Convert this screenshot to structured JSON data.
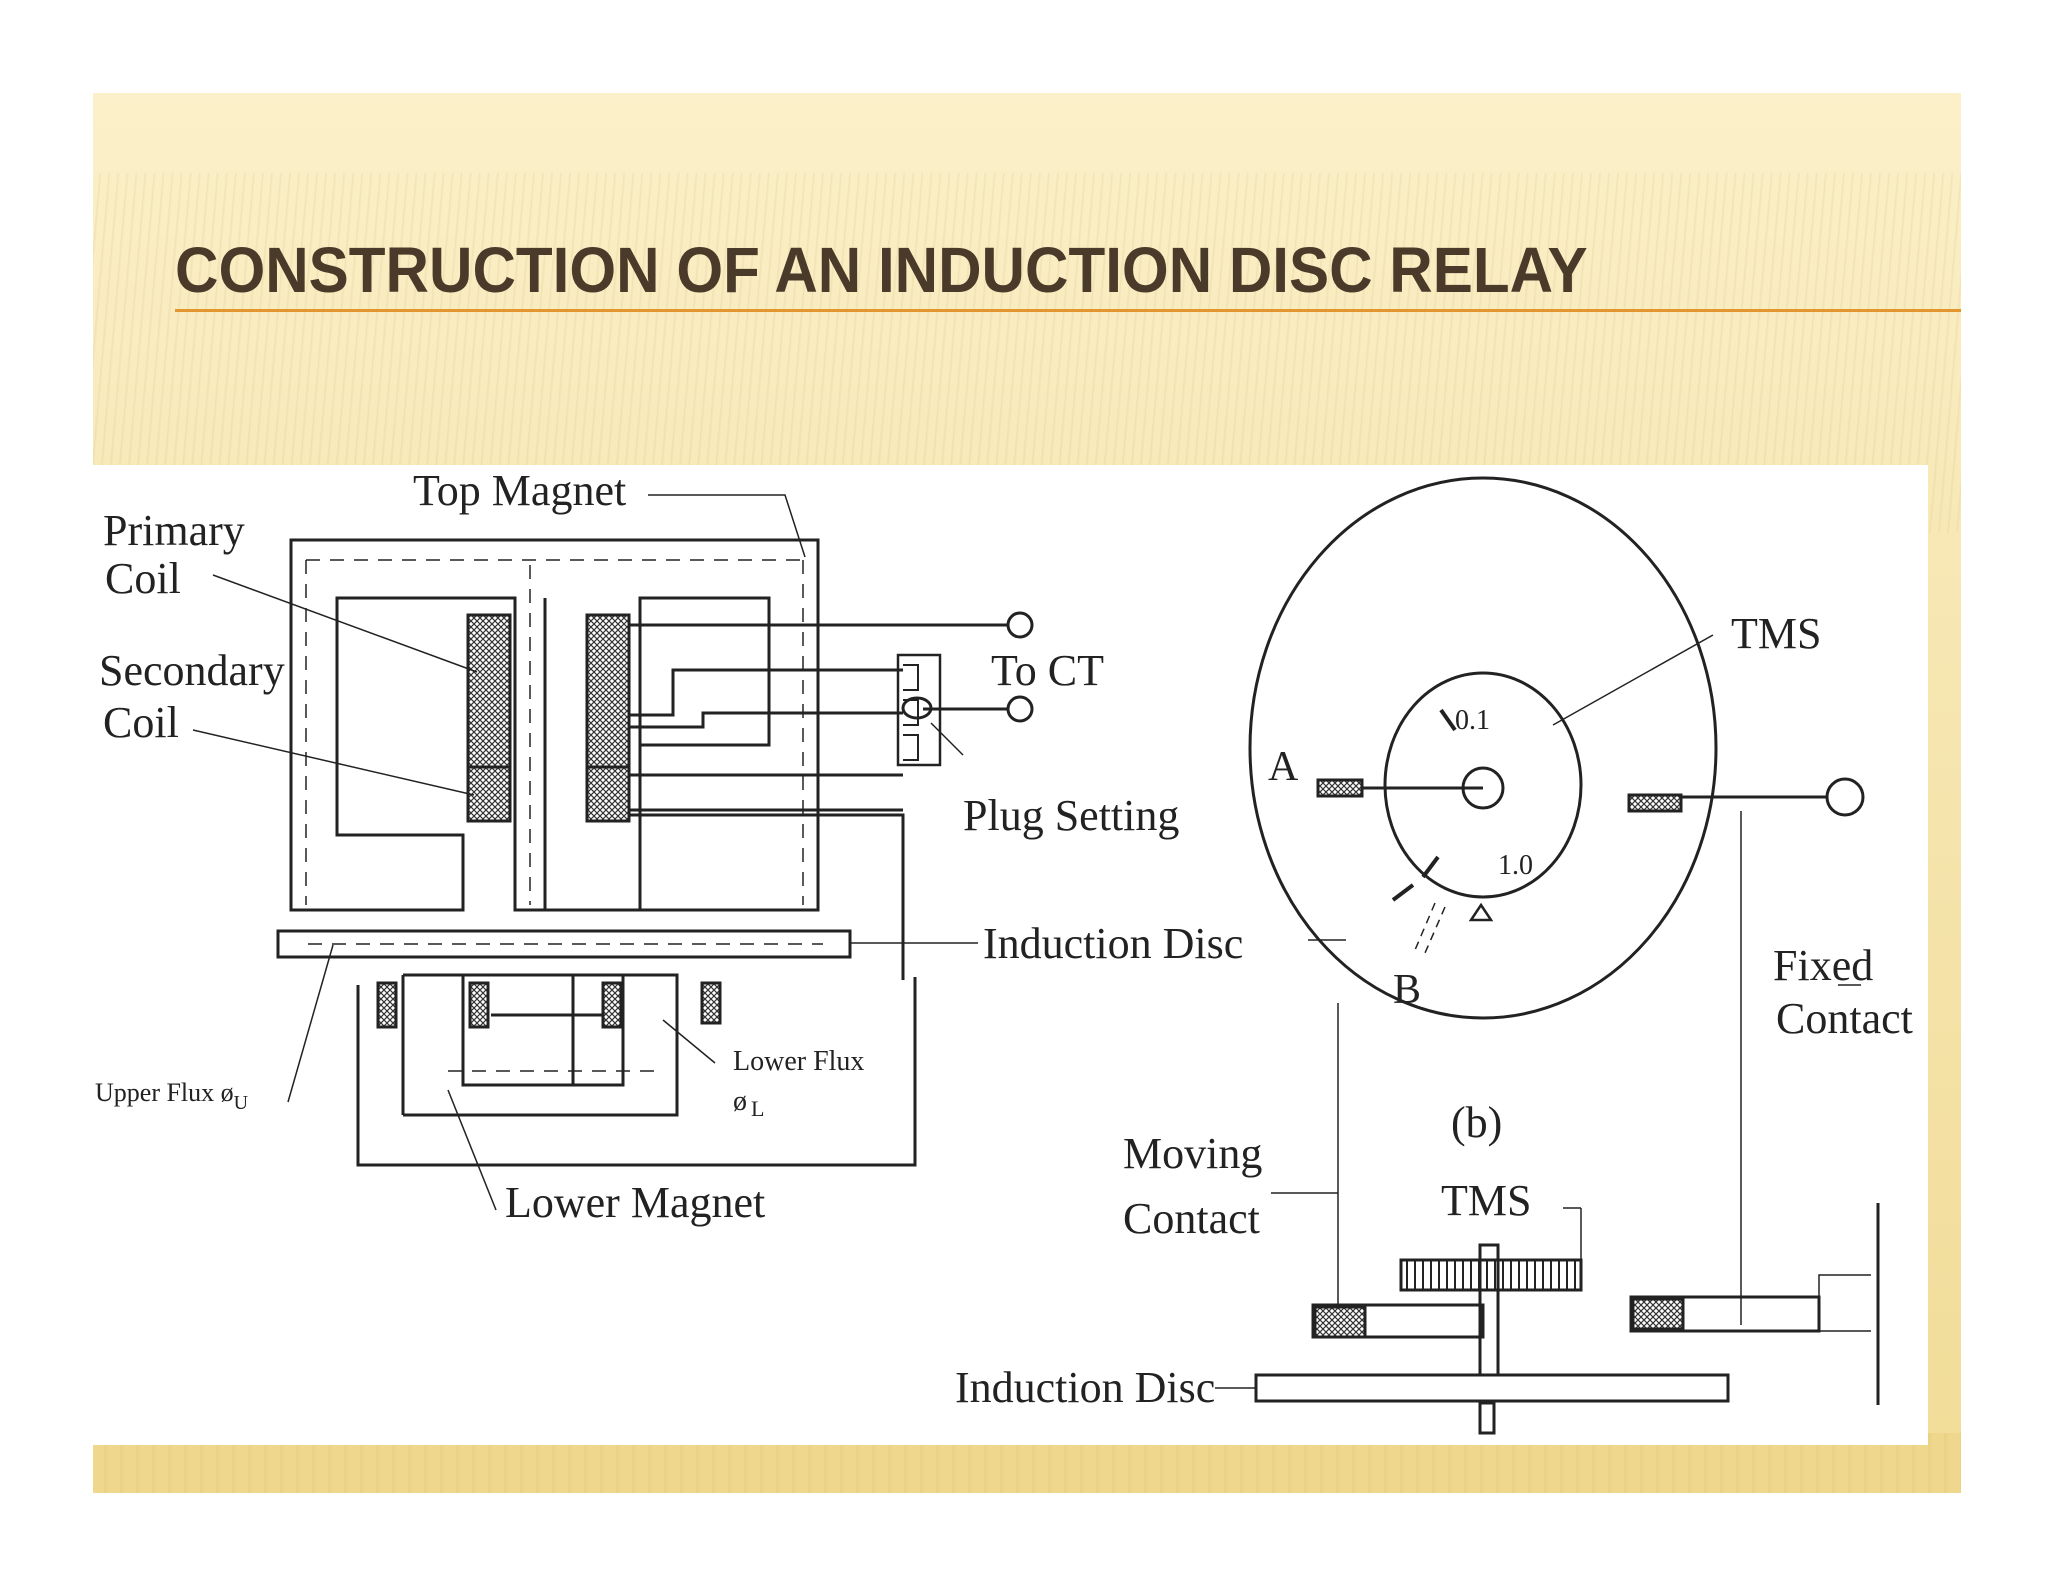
{
  "slide": {
    "title": "CONSTRUCTION OF AN INDUCTION DISC RELAY",
    "accent_color": "#e4962e",
    "title_color": "#4a3a2a"
  },
  "figure": {
    "labels": {
      "top_magnet": "Top Magnet",
      "primary_coil_1": "Primary",
      "primary_coil_2": "Coil",
      "secondary_coil_1": "Secondary",
      "secondary_coil_2": "Coil",
      "to_ct": "To CT",
      "plug_setting": "Plug Setting",
      "induction_disc": "Induction Disc",
      "upper_flux": "Upper Flux ø",
      "upper_flux_sub": "U",
      "lower_flux_1": "Lower Flux",
      "lower_flux_2": "ø",
      "lower_flux_sub": "L",
      "lower_magnet": "Lower Magnet",
      "tms_top": "TMS",
      "dial_min": "0.1",
      "dial_max": "1.0",
      "point_a": "A",
      "point_b": "B",
      "fixed_contact_1": "Fixed",
      "fixed_contact_2": "Contact",
      "caption_b": "(b)",
      "moving_contact_1": "Moving",
      "moving_contact_2": "Contact",
      "tms_bottom": "TMS",
      "induction_disc_bottom": "Induction Disc"
    }
  }
}
